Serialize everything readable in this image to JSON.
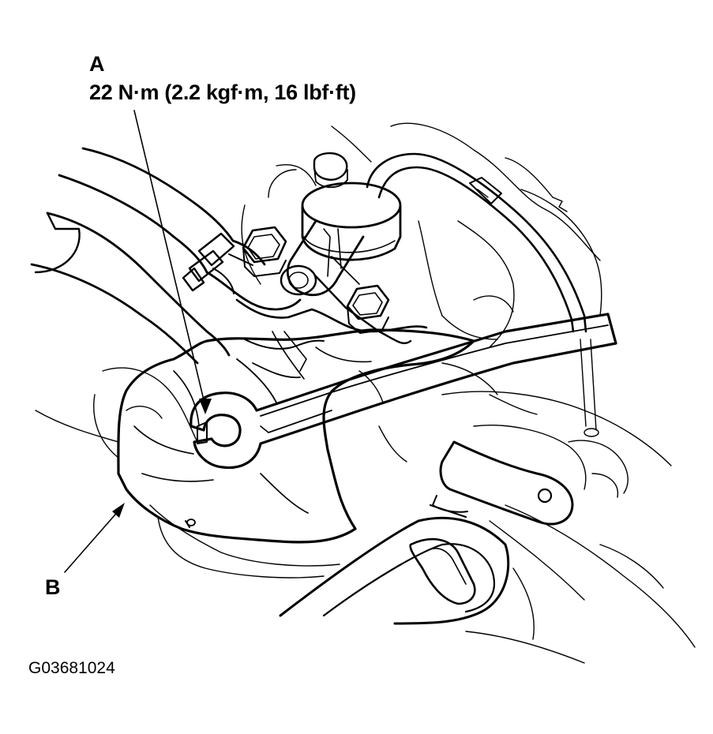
{
  "callouts": {
    "a": {
      "letter": "A",
      "torque": "22 N·m (2.2 kgf·m, 16 lbf·ft)"
    },
    "b": {
      "letter": "B"
    }
  },
  "figure_id": "G03681024",
  "colors": {
    "ink": "#000000",
    "paper": "#ffffff"
  }
}
